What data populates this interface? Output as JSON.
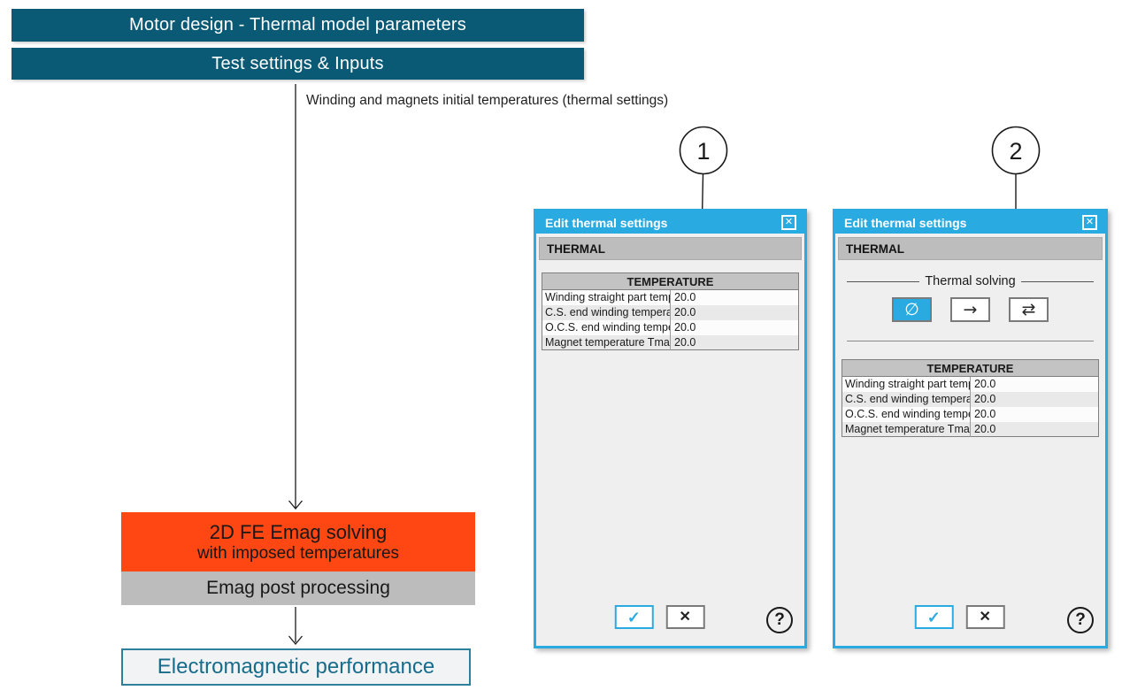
{
  "banners": [
    {
      "label": "Motor design - Thermal model parameters"
    },
    {
      "label": "Test settings & Inputs"
    }
  ],
  "flow": {
    "arrow_label": "Winding and magnets initial temperatures (thermal settings)",
    "solve_box_line1": "2D FE Emag solving",
    "solve_box_line2": "with imposed temperatures",
    "post_box_label": "Emag post processing",
    "result_box_label": "Electromagnetic performance"
  },
  "callouts": [
    {
      "number": "1"
    },
    {
      "number": "2"
    }
  ],
  "dialogs": [
    {
      "title": "Edit thermal settings",
      "close_glyph": "✕",
      "section": "THERMAL",
      "table": {
        "header": "TEMPERATURE",
        "rows": [
          {
            "label": "Winding straight part temperature (°C)",
            "value": "20.0"
          },
          {
            "label": "C.S. end winding temperature (°C)",
            "value": "20.0"
          },
          {
            "label": "O.C.S. end winding temperature (°C)",
            "value": "20.0"
          },
          {
            "label": "Magnet temperature Tmag (°C)",
            "value": "20.0"
          }
        ]
      },
      "ok_glyph": "✓",
      "cancel_glyph": "✕",
      "help_glyph": "?"
    },
    {
      "title": "Edit thermal settings",
      "close_glyph": "✕",
      "section": "THERMAL",
      "solving": {
        "label": "Thermal solving",
        "options": [
          {
            "glyph": "∅",
            "selected": true
          },
          {
            "glyph": "→",
            "selected": false
          },
          {
            "glyph": "⇄",
            "selected": false
          }
        ]
      },
      "table": {
        "header": "TEMPERATURE",
        "rows": [
          {
            "label": "Winding straight part temperature (°C)",
            "value": "20.0"
          },
          {
            "label": "C.S. end winding temperature (°C)",
            "value": "20.0"
          },
          {
            "label": "O.C.S. end winding temperature (°C)",
            "value": "20.0"
          },
          {
            "label": "Magnet temperature Tmag (°C)",
            "value": "20.0"
          }
        ]
      },
      "ok_glyph": "✓",
      "cancel_glyph": "✕",
      "help_glyph": "?"
    }
  ],
  "colors": {
    "c-banner": "#0a5a76",
    "c-orange": "#ff4713",
    "c-graybox": "#bcbcbc",
    "c-accent": "#29abe2",
    "c-dialog-bg": "#efefef",
    "c-section": "#bdbdbd",
    "c-table-head": "#c3c3c3",
    "c-result-text": "#176c8c",
    "c-result-border": "#2e7f9b"
  }
}
